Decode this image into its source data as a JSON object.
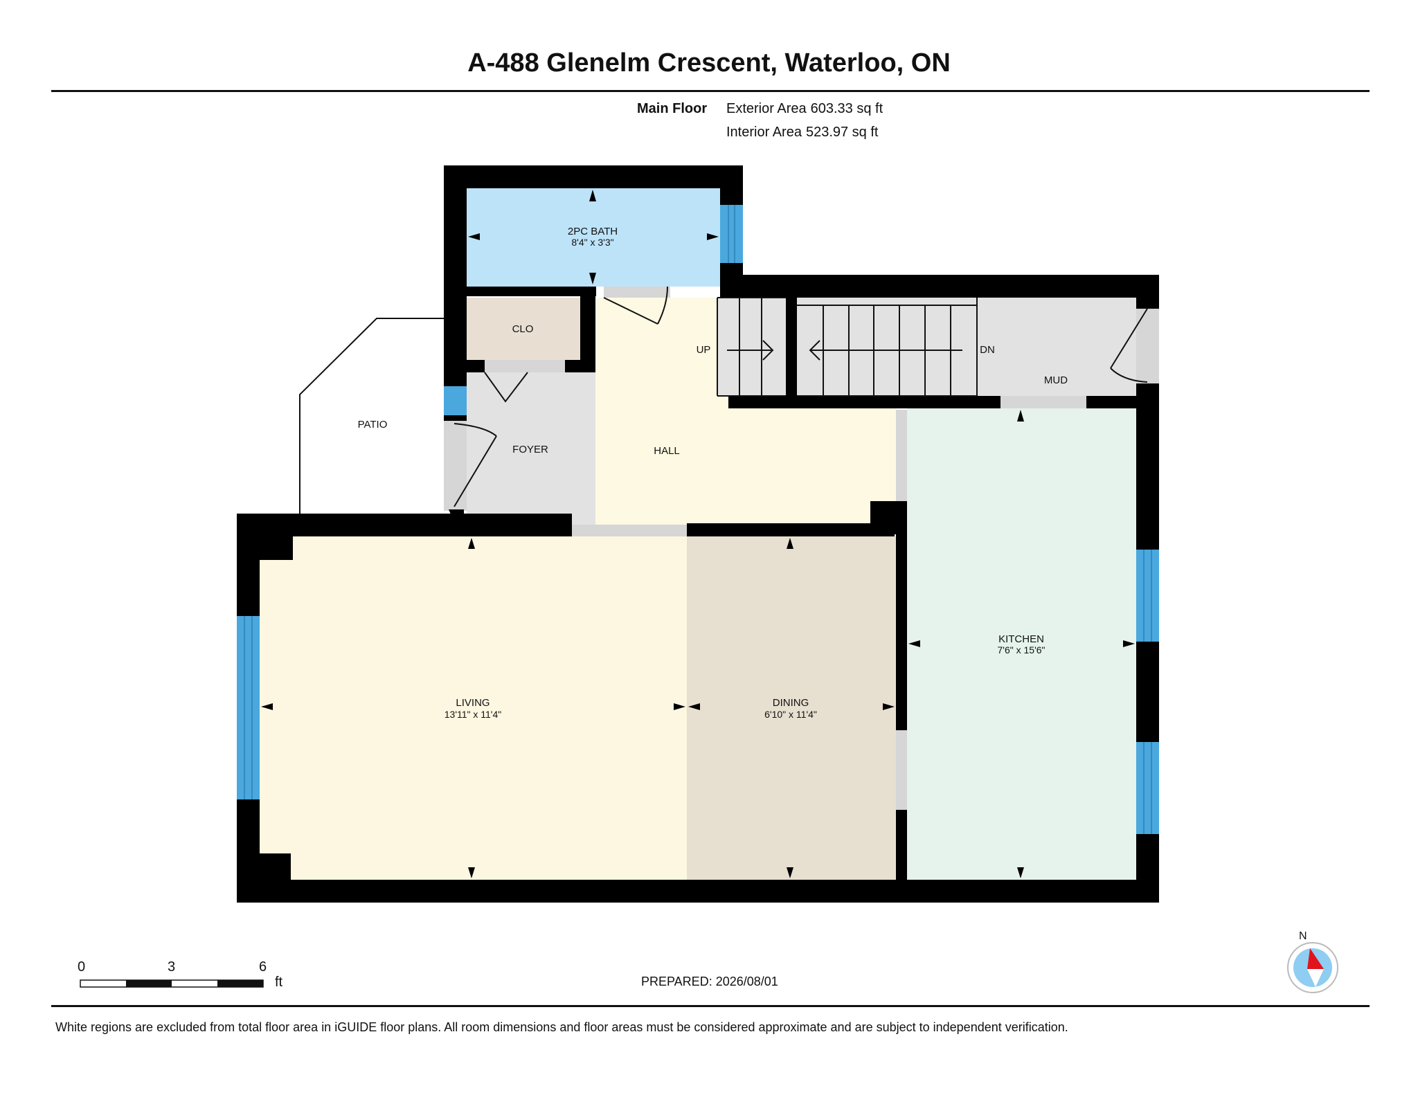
{
  "header": {
    "title": "A-488 Glenelm Crescent, Waterloo, ON",
    "floor_label": "Main Floor",
    "exterior_area_label": "Exterior Area",
    "exterior_area_value": "603.33 sq ft",
    "interior_area_label": "Interior Area",
    "interior_area_value": "523.97 sq ft"
  },
  "rooms": {
    "bath": {
      "name": "2PC BATH",
      "dims": "8'4\" x 3'3\""
    },
    "clo": {
      "name": "CLO"
    },
    "foyer": {
      "name": "FOYER"
    },
    "hall": {
      "name": "HALL"
    },
    "patio": {
      "name": "PATIO"
    },
    "mud": {
      "name": "MUD"
    },
    "living": {
      "name": "LIVING",
      "dims": "13'11\" x 11'4\""
    },
    "dining": {
      "name": "DINING",
      "dims": "6'10\" x 11'4\""
    },
    "kitchen": {
      "name": "KITCHEN",
      "dims": "7'6\" x 15'6\""
    }
  },
  "stairs": {
    "up_label": "UP",
    "down_label": "DN"
  },
  "scale_bar": {
    "ticks": [
      "0",
      "3",
      "6"
    ],
    "unit": "ft"
  },
  "compass": {
    "north_label": "N"
  },
  "footer": {
    "prepared": "PREPARED: 2026/08/01",
    "disclaimer": "White regions are excluded from total floor area in iGUIDE floor plans. All room dimensions and floor areas must be considered approximate and are subject to independent verification."
  },
  "colors": {
    "wall": "#000000",
    "window": "#4aa8de",
    "bath": "#bde3f8",
    "clo": "#e8dfd2",
    "foyer": "#e2e2e2",
    "hall": "#fdf9e3",
    "stairs": "#e2e2e2",
    "living": "#fdf7e1",
    "dining": "#e7dfd0",
    "kitchen": "#e5f3ec",
    "compass_red": "#e0141a",
    "compass_blue": "#8fcdf2"
  }
}
